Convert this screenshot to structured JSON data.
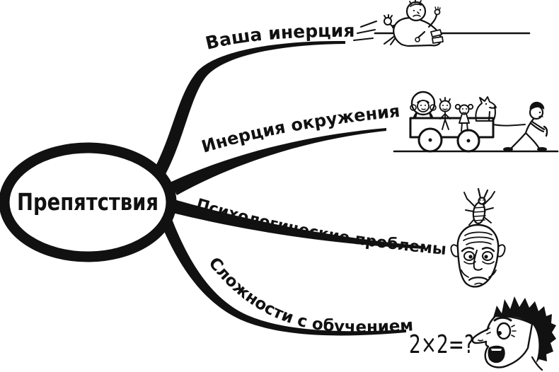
{
  "page": {
    "background": "#ffffff",
    "ink": "#111111",
    "style": "hand-drawn mind map"
  },
  "diagram": {
    "type": "mind-map",
    "center": {
      "label": "Препятствия",
      "shape": "ellipse"
    },
    "branches": [
      {
        "label": "Ваша инерция",
        "depicts": "large person sitting on a line, pushed from behind by a tiny straining figure"
      },
      {
        "label": "Инерция окружения",
        "depicts": "man straining to pull a cart that carries a woman, a boy, a girl and a dog"
      },
      {
        "label": "Психологические проблемы",
        "depicts": "worried wrinkled bald face with a large insect sitting on top of the head"
      },
      {
        "label": "Сложности с обучением",
        "annotation": "2×2=?",
        "depicts": "shocked dark-haired man staring at the unsolved equation"
      }
    ]
  }
}
